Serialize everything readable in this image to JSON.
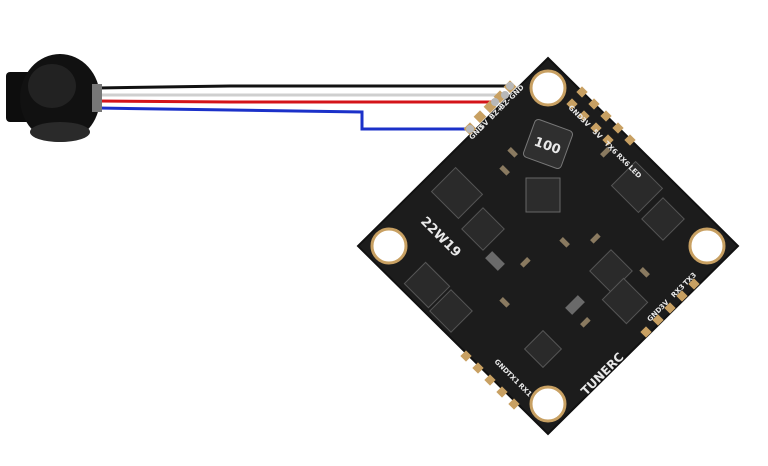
{
  "board": {
    "model_marking": "22W19",
    "brand_marking": "TUNERC",
    "inductor_marking": "100"
  },
  "pad_labels": {
    "top_right": [
      "GND",
      "3V",
      "5V",
      "TX6",
      "RX6",
      "LED"
    ],
    "top_left": [
      "GND",
      "BZ-",
      "BZ+",
      "5V",
      "GND"
    ],
    "bottom_right": [
      "GND",
      "3V",
      "RX3",
      "TX3"
    ],
    "bottom_left": [
      "GND",
      "TX1",
      "RX1"
    ]
  },
  "wires": {
    "colors": [
      "#111111",
      "#ffffff",
      "#d4141a",
      "#1b31c9"
    ]
  },
  "colors": {
    "pcb": "#1c1c1c",
    "pad": "#c8a062",
    "silkscreen": "#e9e9e9",
    "buzzer": "#111111"
  }
}
